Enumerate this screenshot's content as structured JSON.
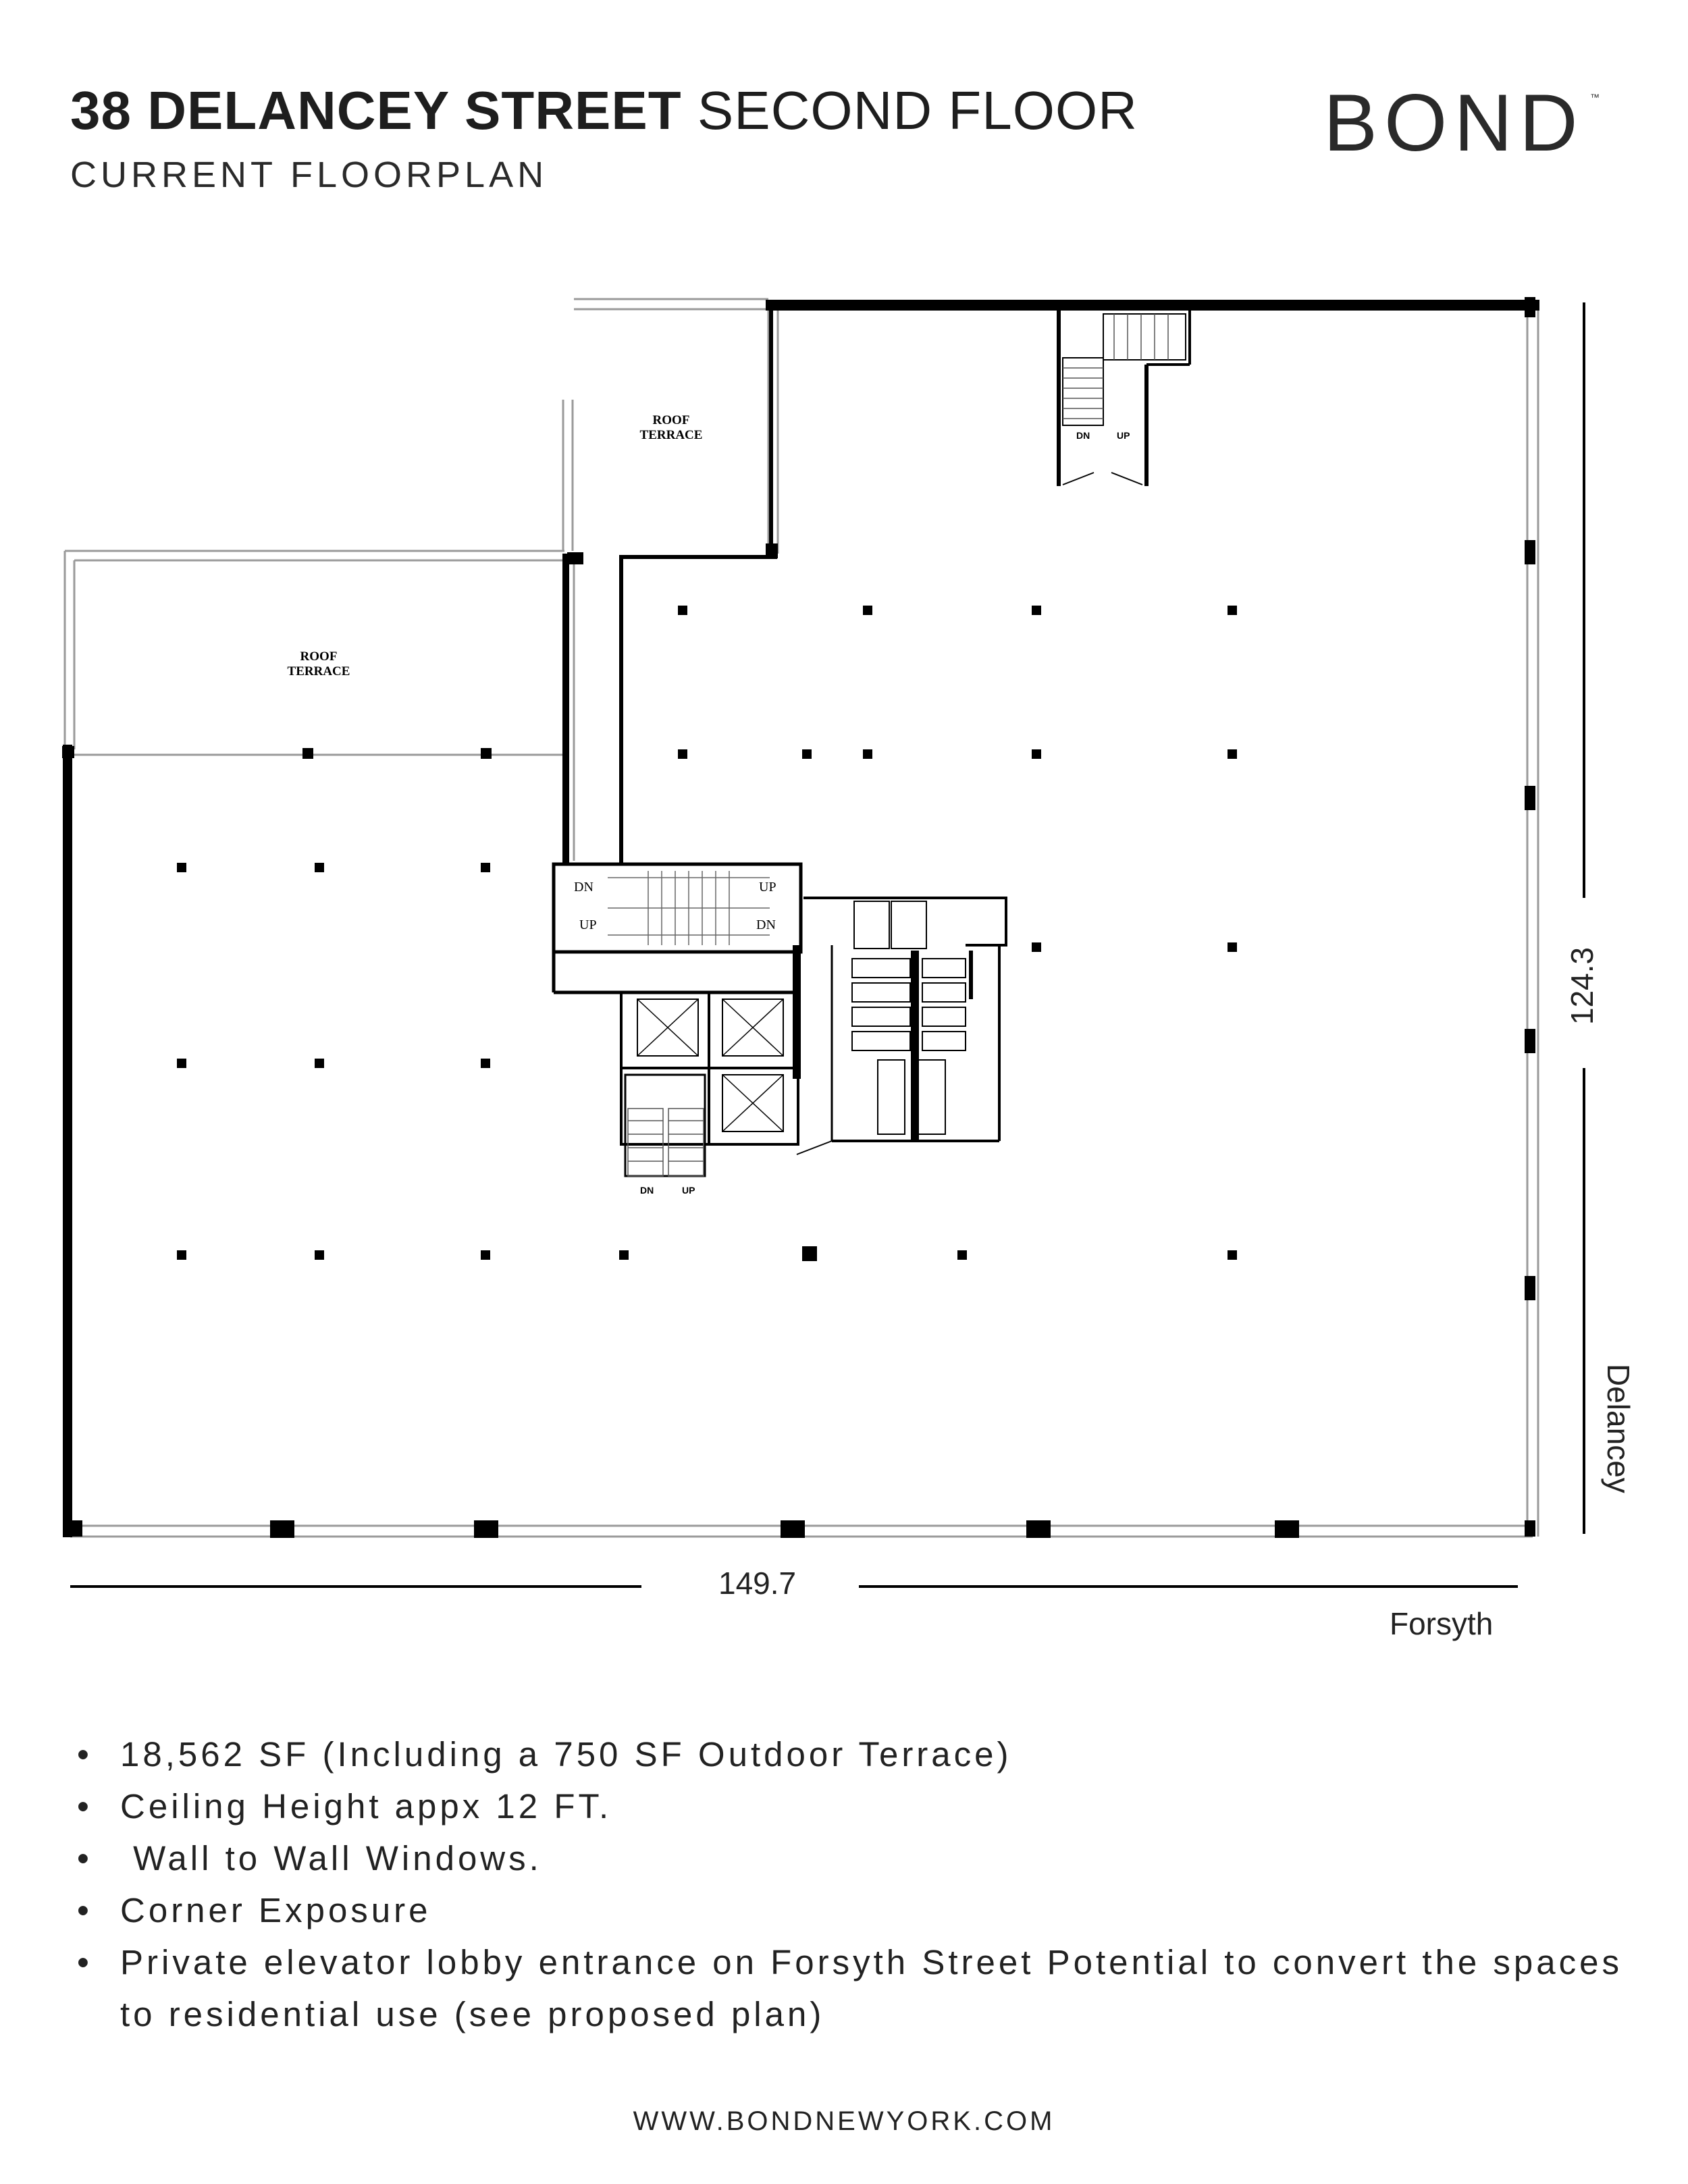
{
  "header": {
    "title_bold": "38 DELANCEY STREET",
    "title_regular": "SECOND FLOOR",
    "subtitle": "CURRENT FLOORPLAN",
    "logo": "BOND",
    "logo_mark": "™"
  },
  "plan": {
    "terrace_label_1_line1": "ROOF",
    "terrace_label_1_line2": "TERRACE",
    "terrace_label_2_line1": "ROOF",
    "terrace_label_2_line2": "TERRACE",
    "stair_top_dn": "DN",
    "stair_top_up": "UP",
    "core_dn_left": "DN",
    "core_up_left": "UP",
    "core_up_right": "UP",
    "core_dn_right": "DN",
    "stair_low_dn": "DN",
    "stair_low_up": "UP",
    "width_dimension": "149.7",
    "depth_dimension": "124.3",
    "street_bottom": "Forsyth",
    "street_right": "Delancey"
  },
  "features": [
    "18,562 SF (Including a 750 SF Outdoor Terrace)",
    "Ceiling Height appx 12 FT.",
    " Wall to Wall Windows.",
    "Corner Exposure",
    "Private elevator lobby entrance on Forsyth Street Potential to convert the spaces to residential use (see proposed plan)"
  ],
  "footer": {
    "url": "WWW.BONDNEWYORK.COM"
  },
  "colors": {
    "wall": "#000000",
    "window": "#9a9a9a",
    "text": "#222222"
  }
}
